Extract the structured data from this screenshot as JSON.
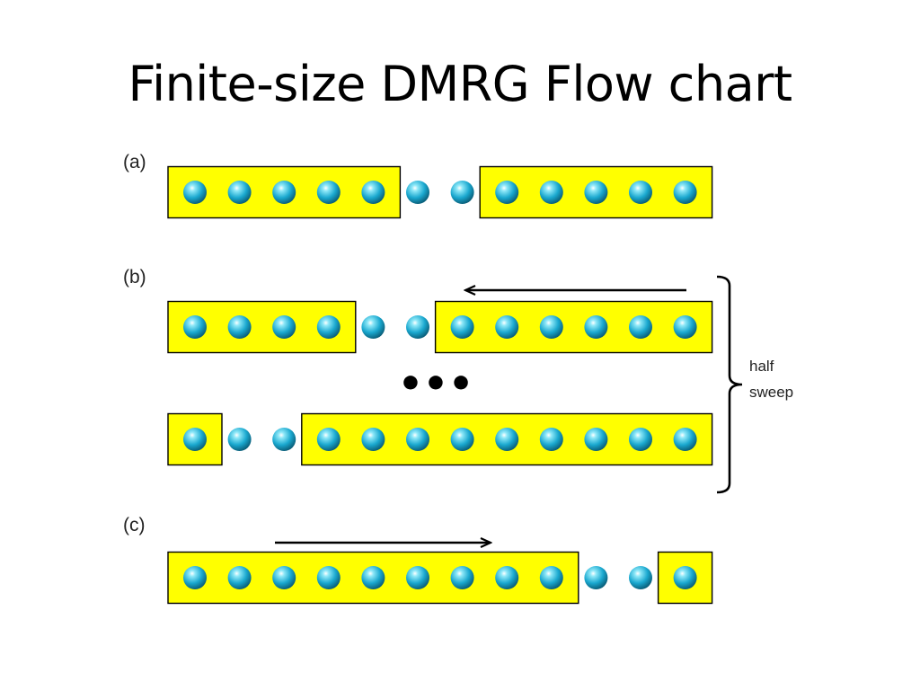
{
  "title": "Finite-size DMRG Flow chart",
  "colors": {
    "block_fill": "#ffff00",
    "block_stroke": "#000000",
    "site_light": "#8ee8f8",
    "site_mid": "#1aa8cf",
    "site_dark": "#0a5d78",
    "arrow": "#000000"
  },
  "panels": [
    {
      "label": "(a)",
      "rows": [
        {
          "left_block_sites": 5,
          "free_sites": 2,
          "right_block_sites": 5
        }
      ],
      "arrow": null
    },
    {
      "label": "(b)",
      "rows": [
        {
          "left_block_sites": 4,
          "free_sites": 2,
          "right_block_sites": 6
        },
        {
          "left_block_sites": 1,
          "free_sites": 2,
          "right_block_sites": 9
        }
      ],
      "arrow": "left",
      "ellipsis": "•••"
    },
    {
      "label": "(c)",
      "rows": [
        {
          "left_block_sites": 9,
          "free_sites": 2,
          "right_block_sites": 1
        }
      ],
      "arrow": "right"
    }
  ],
  "bracket": {
    "line1": "half",
    "line2": "sweep",
    "icon": "curly-brace-icon"
  }
}
